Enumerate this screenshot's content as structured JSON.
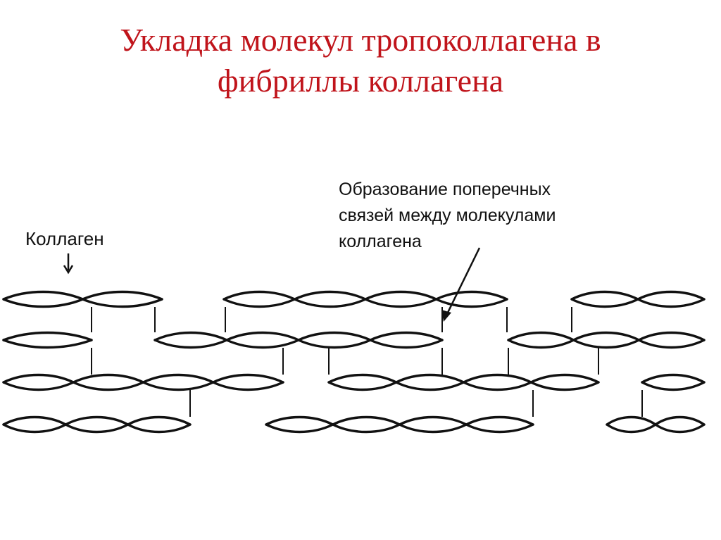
{
  "slide": {
    "title_line1": "Укладка молекул тропоколлагена в",
    "title_line2": "фибриллы коллагена"
  },
  "labels": {
    "collagen": "Коллаген",
    "crosslinks_line1": "Образование поперечных",
    "crosslinks_line2": "связей между молекулами",
    "crosslinks_line3": "коллагена"
  },
  "colors": {
    "title": "#c0141b",
    "ink": "#111111"
  }
}
